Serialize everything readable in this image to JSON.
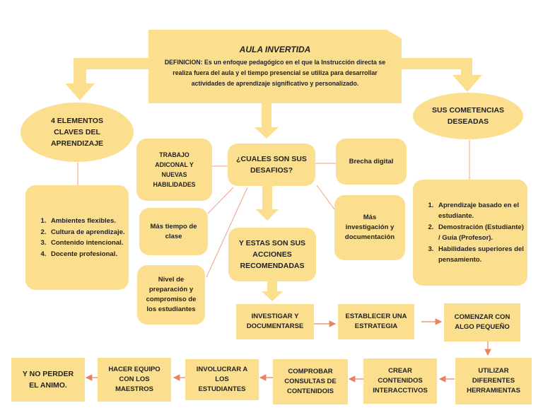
{
  "main": {
    "title": "AULA INVERTIDA",
    "definition": "DEFINICION: Es un enfoque pedagógico en el que la Instrucción directa se realiza fuera del aula y el tiempo presencial se utiliza para desarrollar actividades de aprendizaje significativo y personalizado."
  },
  "left": {
    "heading": "4 ELEMENTOS CLAVES DEL APRENDIZAJE",
    "items": [
      "Ambientes flexibles.",
      "Cultura de aprendizaje.",
      "Contenido intencional.",
      "Docente profesional."
    ]
  },
  "right": {
    "heading": "SUS COMETENCIAS DESEADAS",
    "items": [
      "Aprendizaje basado en el estudiante.",
      "Demostración (Estudiante) / Guía (Profesor).",
      "Habilidades superiores del pensamiento."
    ]
  },
  "center": {
    "question": "¿CUALES SON SUS DESAFIOS?",
    "challenges": {
      "trabajo": "TRABAJO ADICONAL Y NUEVAS HABILIDADES",
      "tiempo": "Más tiempo de clase",
      "nivel": "Nivel de preparación y compromiso de los estudiantes",
      "brecha": "Brecha digital",
      "investigacion": "Más investigación y documentación"
    },
    "actions_heading": "Y ESTAS SON SUS ACCIONES RECOMENDADAS"
  },
  "steps": [
    "INVESTIGAR Y DOCUMENTARSE",
    "ESTABLECER UNA ESTRATEGIA",
    "COMENZAR CON ALGO PEQUEÑO",
    "UTILIZAR DIFERENTES HERRAMIENTAS",
    "CREAR CONTENIDOS INTERACCTIVOS",
    "COMPROBAR CONSULTAS DE CONTENIDOIS",
    "INVOLUCRAR A LOS ESTUDIANTES",
    "HACER EQUIPO CON LOS MAESTROS",
    "Y NO PERDER EL ANIMO."
  ],
  "colors": {
    "box": "#fbdf8f",
    "line": "#f0a080",
    "arrow": "#e8835a"
  }
}
